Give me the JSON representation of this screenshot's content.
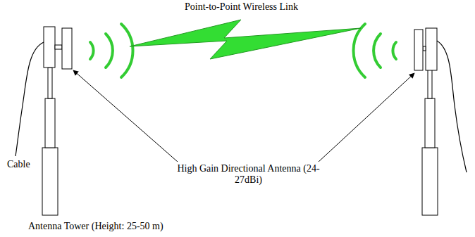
{
  "diagram": {
    "labels": [
      "Point-to-Point Wireless Link",
      "Cable",
      "High Gain Directional Antenna (24-27dBi)",
      "Antenna Tower (Height: 25-50 m)"
    ]
  }
}
